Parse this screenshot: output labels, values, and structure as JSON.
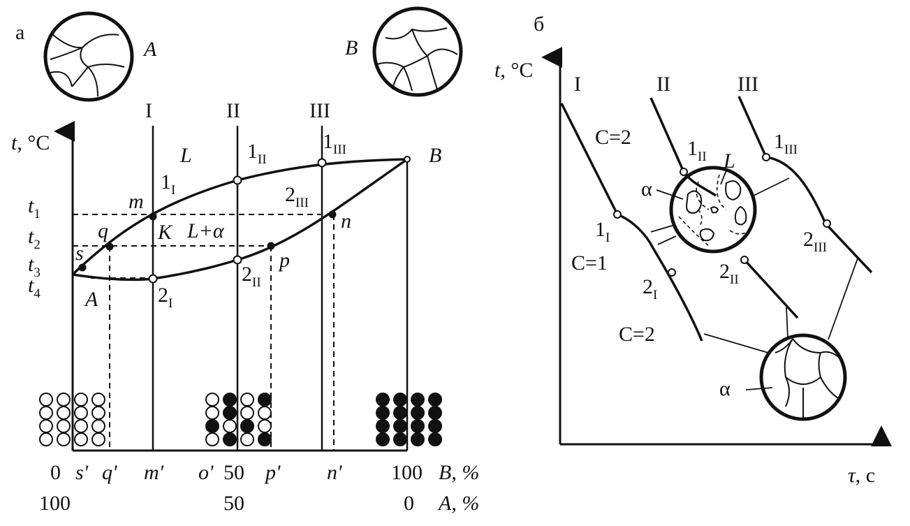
{
  "panels": {
    "a": {
      "letter": "а",
      "structure_labels": {
        "A": "A",
        "B": "B"
      },
      "alloy_labels": [
        "I",
        "II",
        "III"
      ],
      "y_axis": {
        "var": "t",
        "unit": ", °C"
      },
      "temperatures": [
        {
          "base": "t",
          "sub": "1"
        },
        {
          "base": "t",
          "sub": "2"
        },
        {
          "base": "t",
          "sub": "3"
        },
        {
          "base": "t",
          "sub": "4"
        }
      ],
      "regions": {
        "liquid": "L",
        "two_phase": "L+α",
        "lower_left": "A",
        "top_right": "B"
      },
      "points": {
        "m": "m",
        "K": "K",
        "q": "q",
        "s": "s",
        "n": "n",
        "p": "p",
        "1I": {
          "base": "1",
          "sub": "I"
        },
        "1II": {
          "base": "1",
          "sub": "II"
        },
        "1III": {
          "base": "1",
          "sub": "III"
        },
        "2I": {
          "base": "2",
          "sub": "I"
        },
        "2II": {
          "base": "2",
          "sub": "II"
        },
        "2III": {
          "base": "2",
          "sub": "III"
        }
      },
      "x_ticks_B": [
        "0",
        "s'",
        "q'",
        "m'",
        "o'",
        "50",
        "p'",
        "n'",
        "100"
      ],
      "x_label_B": "B, %",
      "x_ticks_A": [
        "100",
        "50",
        "0"
      ],
      "x_label_A": "A, %"
    },
    "b": {
      "letter": "б",
      "y_axis": {
        "var": "t",
        "unit": ", °C"
      },
      "x_axis": {
        "var": "τ",
        "unit": ", с"
      },
      "curve_labels": [
        "I",
        "II",
        "III"
      ],
      "degrees_of_freedom": [
        "C=2",
        "C=1",
        "C=2"
      ],
      "points": {
        "1I": {
          "base": "1",
          "sub": "I"
        },
        "2I": {
          "base": "2",
          "sub": "I"
        },
        "1II": {
          "base": "1",
          "sub": "II"
        },
        "2II": {
          "base": "2",
          "sub": "II"
        },
        "1III": {
          "base": "1",
          "sub": "III"
        },
        "2III": {
          "base": "2",
          "sub": "III"
        }
      },
      "phase_labels": {
        "alpha_upper": "α",
        "liquid": "L",
        "alpha_lower": "α"
      }
    }
  }
}
